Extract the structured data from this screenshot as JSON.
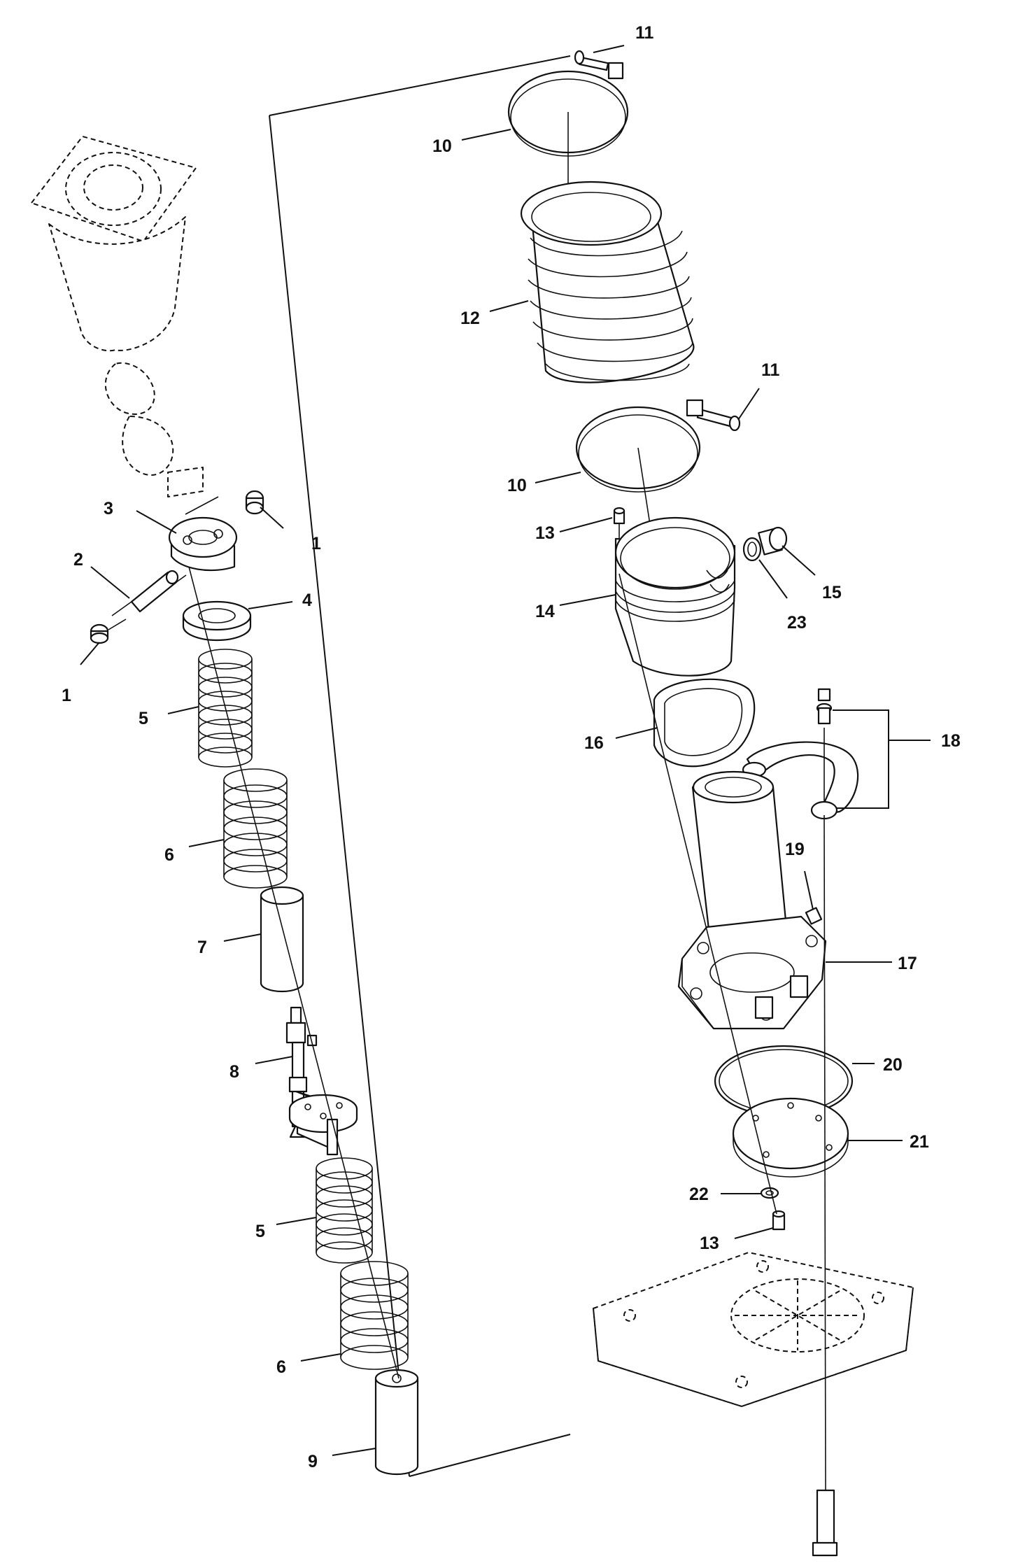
{
  "diagram": {
    "callouts": [
      {
        "id": "c11a",
        "text": "11"
      },
      {
        "id": "c10a",
        "text": "10"
      },
      {
        "id": "c12",
        "text": "12"
      },
      {
        "id": "c11b",
        "text": "11"
      },
      {
        "id": "c10b",
        "text": "10"
      },
      {
        "id": "c13a",
        "text": "13"
      },
      {
        "id": "c14",
        "text": "14"
      },
      {
        "id": "c15",
        "text": "15"
      },
      {
        "id": "c23",
        "text": "23"
      },
      {
        "id": "c16",
        "text": "16"
      },
      {
        "id": "c18",
        "text": "18"
      },
      {
        "id": "c19",
        "text": "19"
      },
      {
        "id": "c17",
        "text": "17"
      },
      {
        "id": "c20",
        "text": "20"
      },
      {
        "id": "c21",
        "text": "21"
      },
      {
        "id": "c22",
        "text": "22"
      },
      {
        "id": "c13b",
        "text": "13"
      },
      {
        "id": "c3",
        "text": "3"
      },
      {
        "id": "c1a",
        "text": "1"
      },
      {
        "id": "c2",
        "text": "2"
      },
      {
        "id": "c4",
        "text": "4"
      },
      {
        "id": "c1b",
        "text": "1"
      },
      {
        "id": "c5a",
        "text": "5"
      },
      {
        "id": "c6a",
        "text": "6"
      },
      {
        "id": "c7",
        "text": "7"
      },
      {
        "id": "c8",
        "text": "8"
      },
      {
        "id": "c5b",
        "text": "5"
      },
      {
        "id": "c6b",
        "text": "6"
      },
      {
        "id": "c9",
        "text": "9"
      }
    ]
  }
}
